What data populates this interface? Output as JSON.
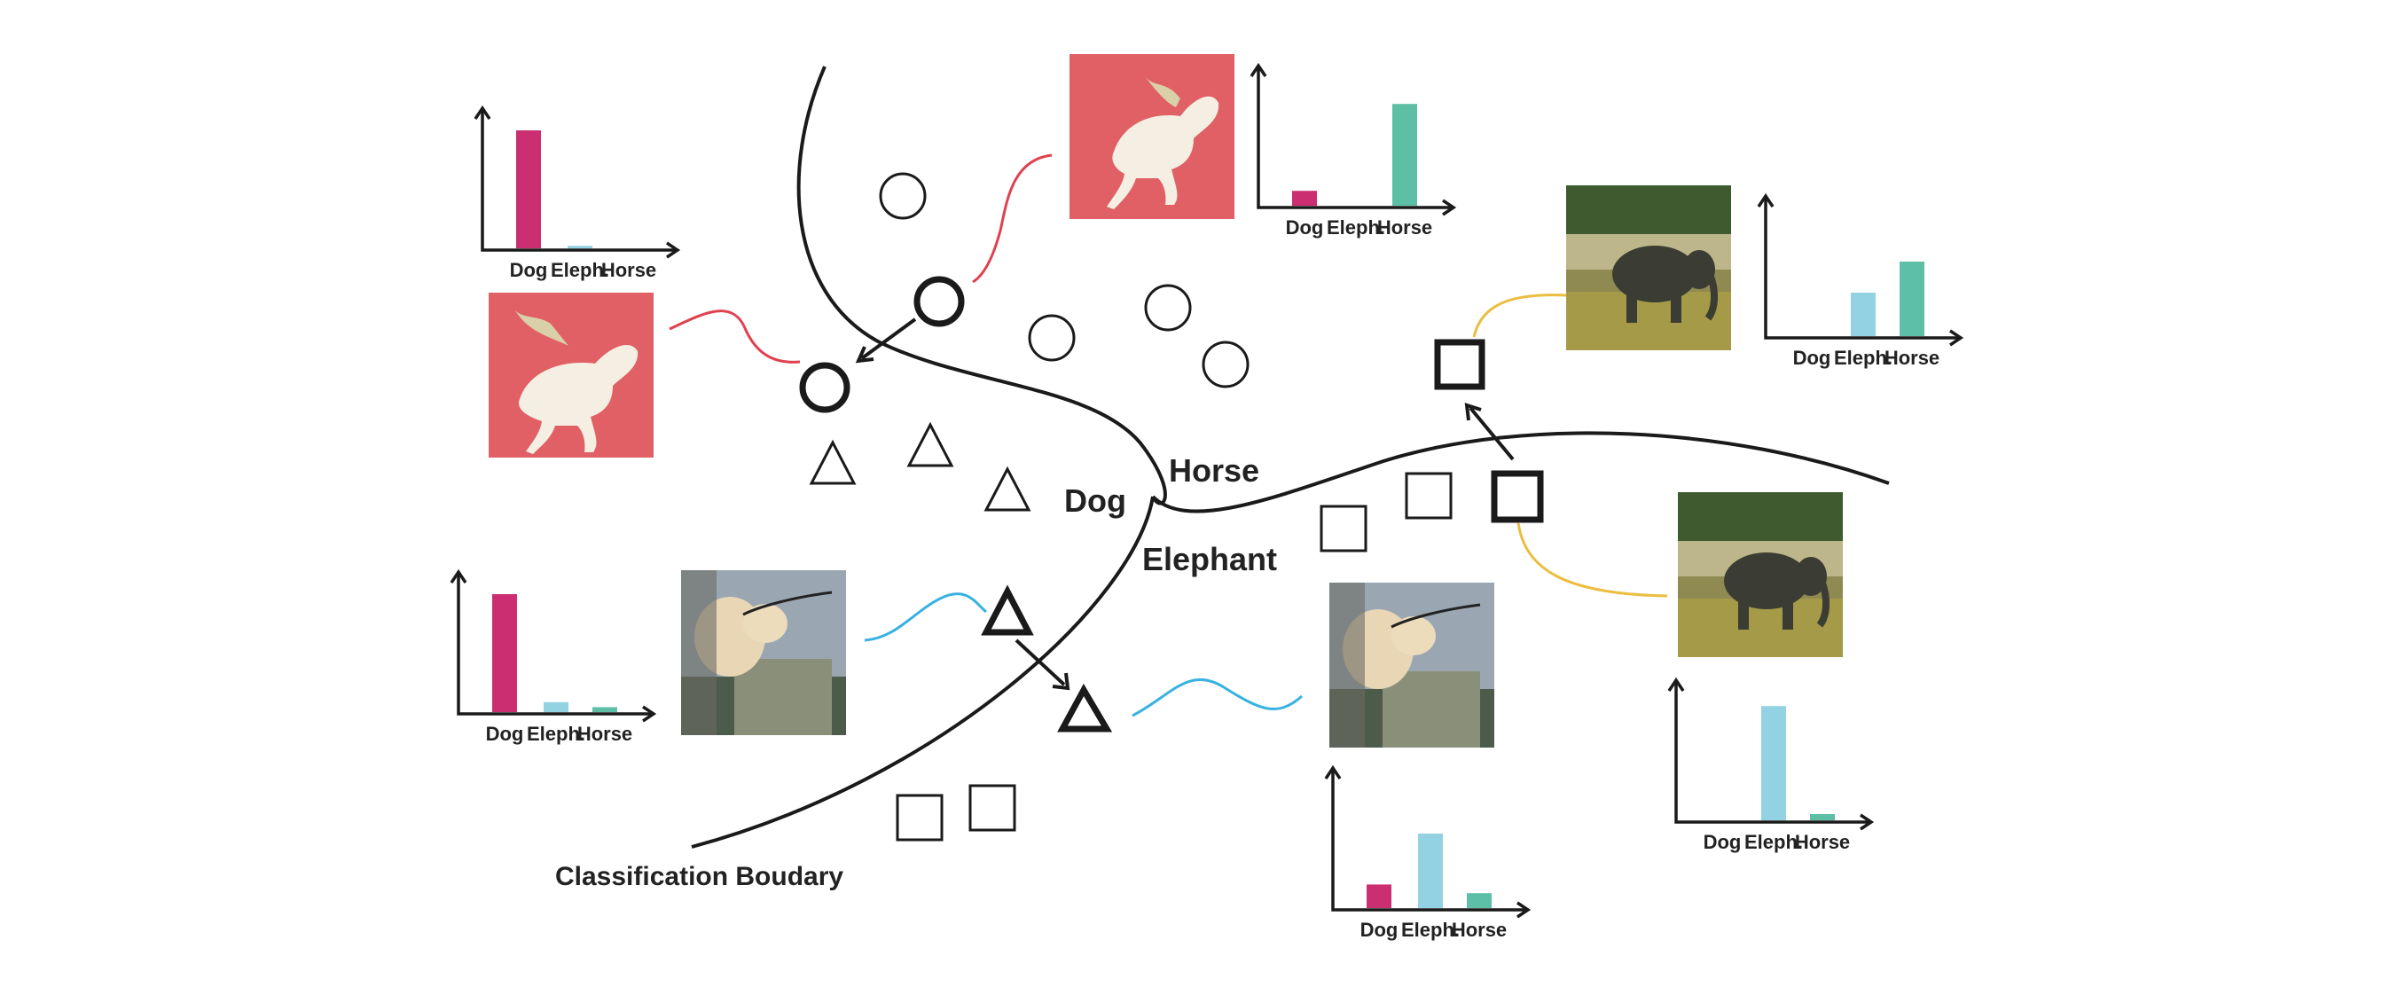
{
  "labels": {
    "dog": "Dog",
    "horse": "Horse",
    "elephant": "Elephant",
    "boundary": "Classification Boudary"
  },
  "colors": {
    "dog_bar": "#cc2e72",
    "eleph_bar": "#92d2e3",
    "horse_bar": "#5cbfa6",
    "wave_horse": "#e0414f",
    "wave_dog": "#38b2e0",
    "wave_elephant": "#ebbe42",
    "horse_image_bg": "#e06066"
  },
  "images": {
    "horse": "horse-photo",
    "dog": "dog-photo",
    "elephant": "elephant-photo"
  },
  "chart_data": [
    {
      "type": "bar",
      "name_hint": "horse-original",
      "categories": [
        "Dog",
        "Eleph.",
        "Horse"
      ],
      "values": [
        0.95,
        0.02,
        0.0
      ],
      "ylim": [
        0,
        1
      ]
    },
    {
      "type": "bar",
      "name_hint": "horse-adversarial",
      "categories": [
        "Dog",
        "Eleph.",
        "Horse"
      ],
      "values": [
        0.12,
        0.0,
        0.82
      ],
      "ylim": [
        0,
        1
      ]
    },
    {
      "type": "bar",
      "name_hint": "elephant-original",
      "categories": [
        "Dog",
        "Eleph.",
        "Horse"
      ],
      "values": [
        0.0,
        0.35,
        0.6
      ],
      "ylim": [
        0,
        1
      ]
    },
    {
      "type": "bar",
      "name_hint": "dog-original",
      "categories": [
        "Dog",
        "Eleph.",
        "Horse"
      ],
      "values": [
        0.95,
        0.08,
        0.04
      ],
      "ylim": [
        0,
        1
      ]
    },
    {
      "type": "bar",
      "name_hint": "dog-adversarial",
      "categories": [
        "Dog",
        "Eleph.",
        "Horse"
      ],
      "values": [
        0.19,
        0.6,
        0.12
      ],
      "ylim": [
        0,
        1
      ]
    },
    {
      "type": "bar",
      "name_hint": "elephant-adversarial",
      "categories": [
        "Dog",
        "Eleph.",
        "Horse"
      ],
      "values": [
        0.0,
        0.92,
        0.05
      ],
      "ylim": [
        0,
        1
      ]
    }
  ]
}
